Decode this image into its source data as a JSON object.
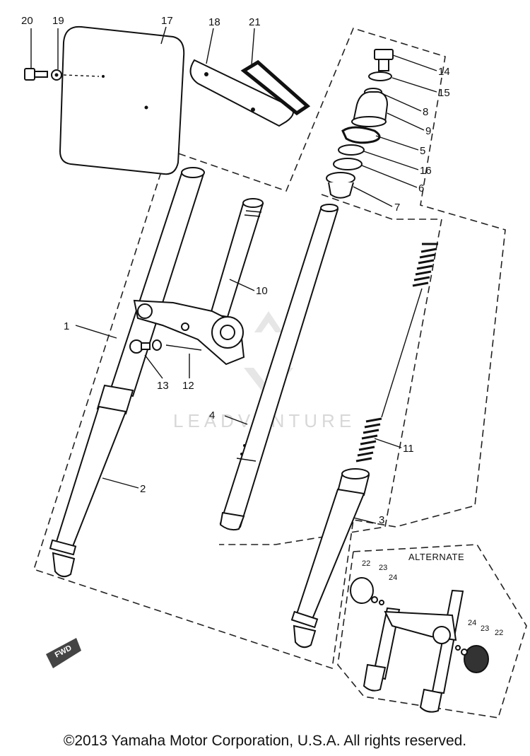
{
  "callouts": {
    "c1": "1",
    "c2": "2",
    "c3": "3",
    "c4": "4",
    "c5": "5",
    "c6": "6",
    "c7": "7",
    "c8": "8",
    "c9": "9",
    "c10": "10",
    "c11": "11",
    "c12": "12",
    "c13": "13",
    "c14": "14",
    "c15": "15",
    "c16": "16",
    "c17": "17",
    "c18": "18",
    "c19": "19",
    "c20": "20",
    "c21": "21",
    "c22a": "22",
    "c23a": "23",
    "c24a": "24",
    "c22b": "22",
    "c23b": "23",
    "c24b": "24"
  },
  "alternate_label": "ALTERNATE",
  "fwd_label": "FWD",
  "watermark": "LEADVENTURE",
  "copyright": "©2013 Yamaha Motor Corporation, U.S.A. All rights reserved."
}
